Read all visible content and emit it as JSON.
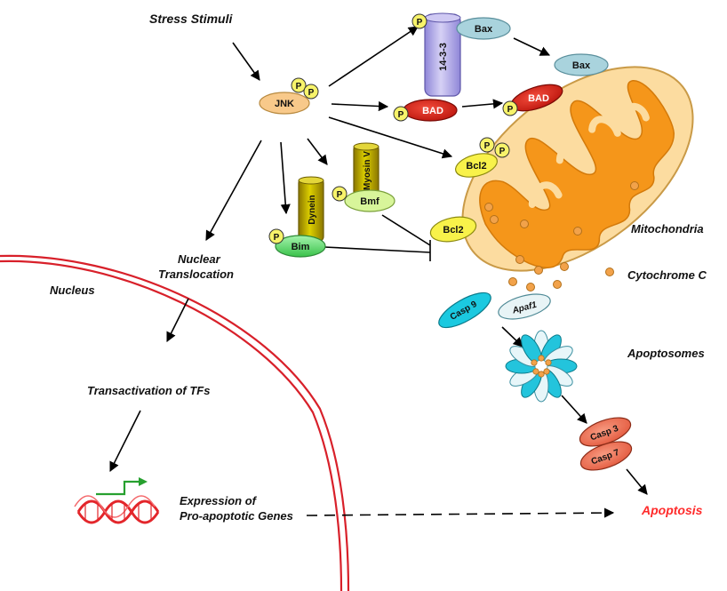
{
  "labels": {
    "stress_stimuli": "Stress Stimuli",
    "nuclear_translocation_1": "Nuclear",
    "nuclear_translocation_2": "Translocation",
    "nucleus": "Nucleus",
    "transactivation": "Transactivation of TFs",
    "expression_1": "Expression of",
    "expression_2": "Pro-apoptotic Genes",
    "mitochondria": "Mitochondria",
    "cytochrome_c": "Cytochrome C",
    "apoptosomes": "Apoptosomes",
    "apoptosis": "Apoptosis"
  },
  "molecules": {
    "jnk": "JNK",
    "phospho": "P",
    "protein_1433": "14-3-3",
    "bax": "Bax",
    "bad": "BAD",
    "bcl2": "Bcl2",
    "dynein": "Dynein",
    "myosin": "Myosin V",
    "bim": "Bim",
    "bmf": "Bmf",
    "casp9": "Casp 9",
    "apaf1": "Apaf1",
    "casp3": "Casp 3",
    "casp7": "Casp 7"
  },
  "colors": {
    "jnk": "#f8c98a",
    "phospho": "#f7f36a",
    "protein_1433": "#b9b2e8",
    "bax": "#a9d3dd",
    "bad": "#d81c12",
    "bcl2": "#f8f24a",
    "dynein": "#b8a200",
    "bim": "#6fe07a",
    "bmf": "#d8f59a",
    "mito_outer": "#fbdba0",
    "mito_inner": "#f5961a",
    "casp9": "#1bc9e0",
    "apaf1": "#e8f4f6",
    "casp": "#f07155",
    "apoptosis": "#ff2a2a",
    "nucleus": "#e0262e",
    "dna": "#e3262b",
    "promoter": "#27a02f"
  }
}
